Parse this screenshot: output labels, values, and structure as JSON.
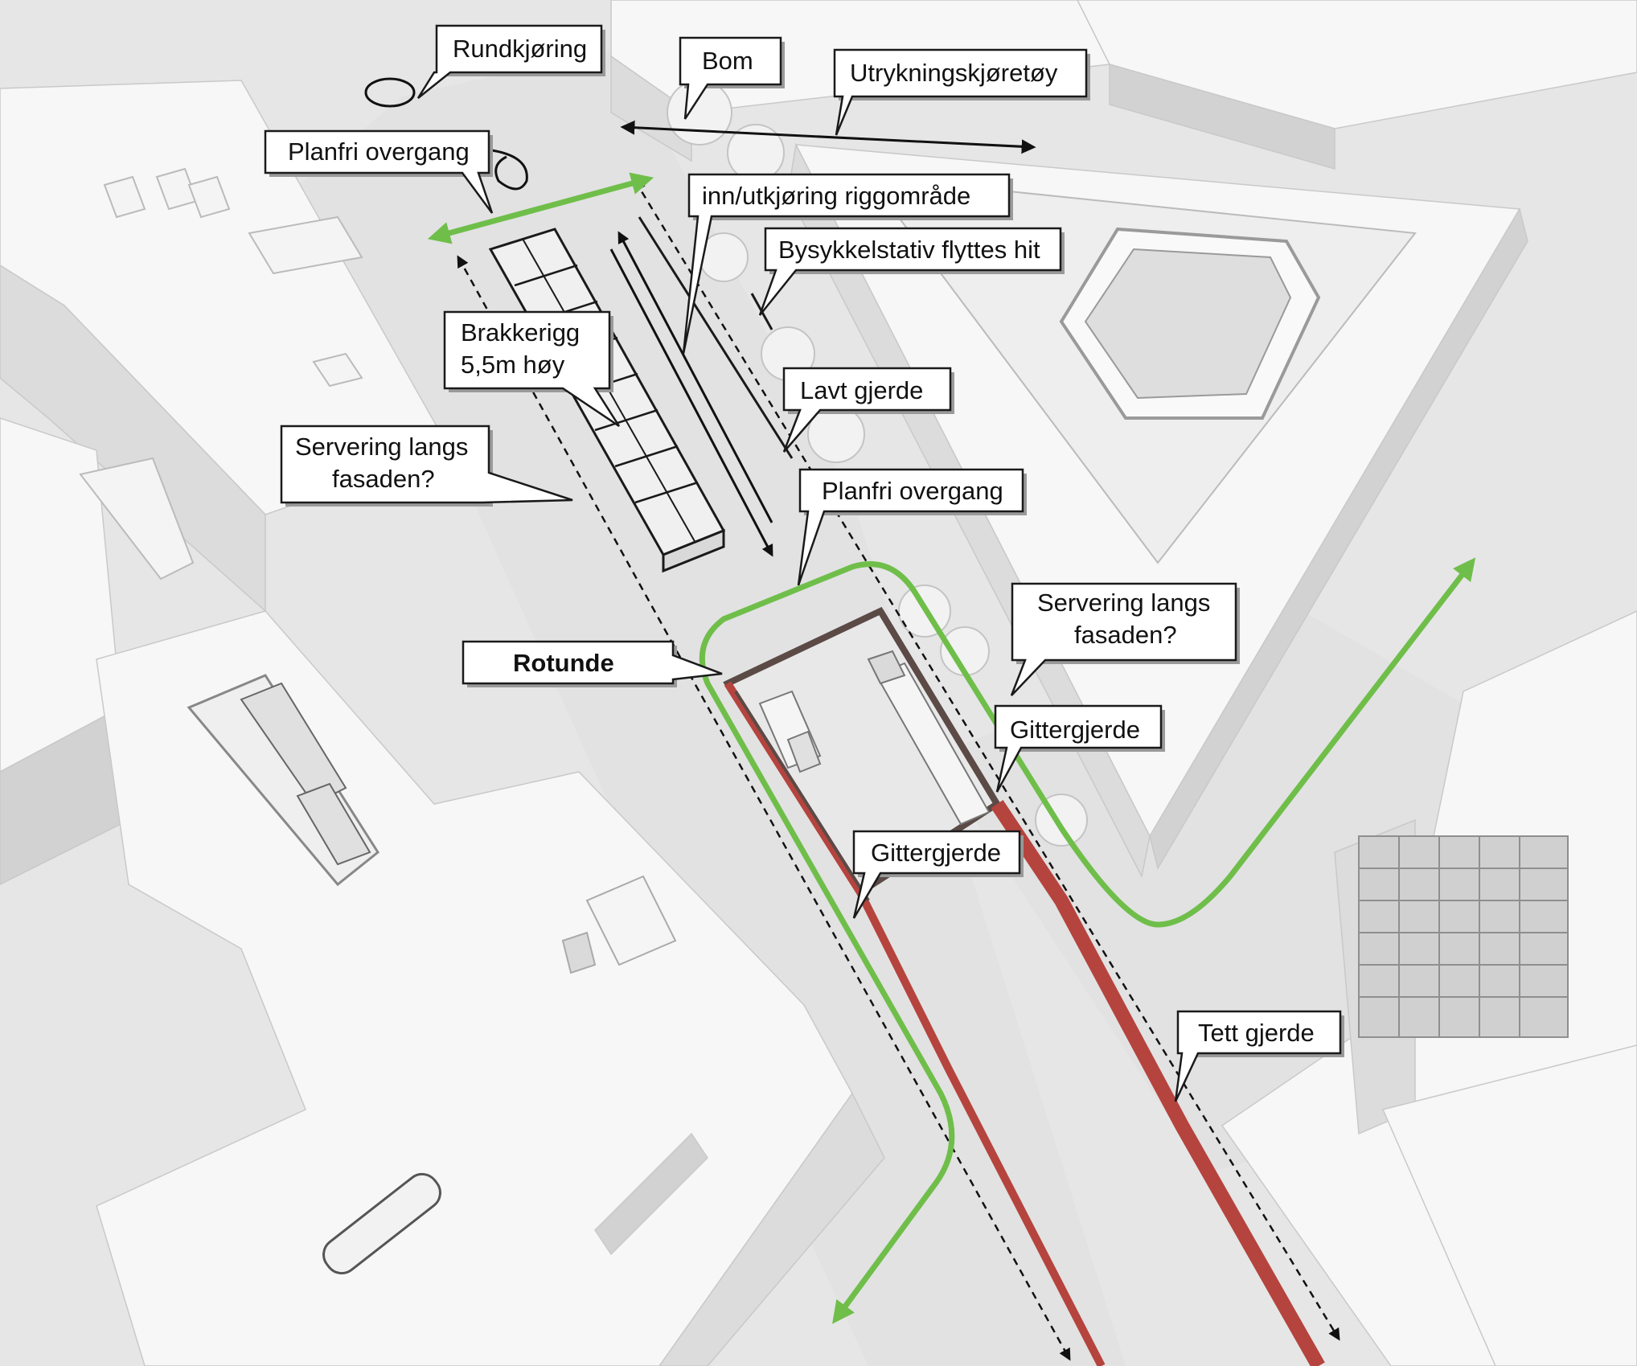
{
  "colors": {
    "background": "#e9e9e9",
    "green_path": "#6fbe4a",
    "red_fence": "#b5443e",
    "rotunde_outline": "#5b4a46",
    "callout_fill": "#ffffff",
    "callout_stroke": "#1a1a1a"
  },
  "labels": {
    "rundkjoring": "Rundkjøring",
    "bom": "Bom",
    "utrykning": "Utrykningskjøretøy",
    "planfri_top": "Planfri overgang",
    "inn_ut": "inn/utkjøring riggområde",
    "bysykkel": "Bysykkelstativ flyttes hit",
    "brakkerigg_1": "Brakkerigg",
    "brakkerigg_2": "5,5m høy",
    "lavt_gjerde": "Lavt gjerde",
    "servering_left_1": "Servering langs",
    "servering_left_2": "fasaden?",
    "planfri_mid": "Planfri overgang",
    "servering_right_1": "Servering langs",
    "servering_right_2": "fasaden?",
    "rotunde": "Rotunde",
    "gitter_right": "Gittergjerde",
    "gitter_left": "Gittergjerde",
    "tett_gjerde": "Tett gjerde"
  }
}
